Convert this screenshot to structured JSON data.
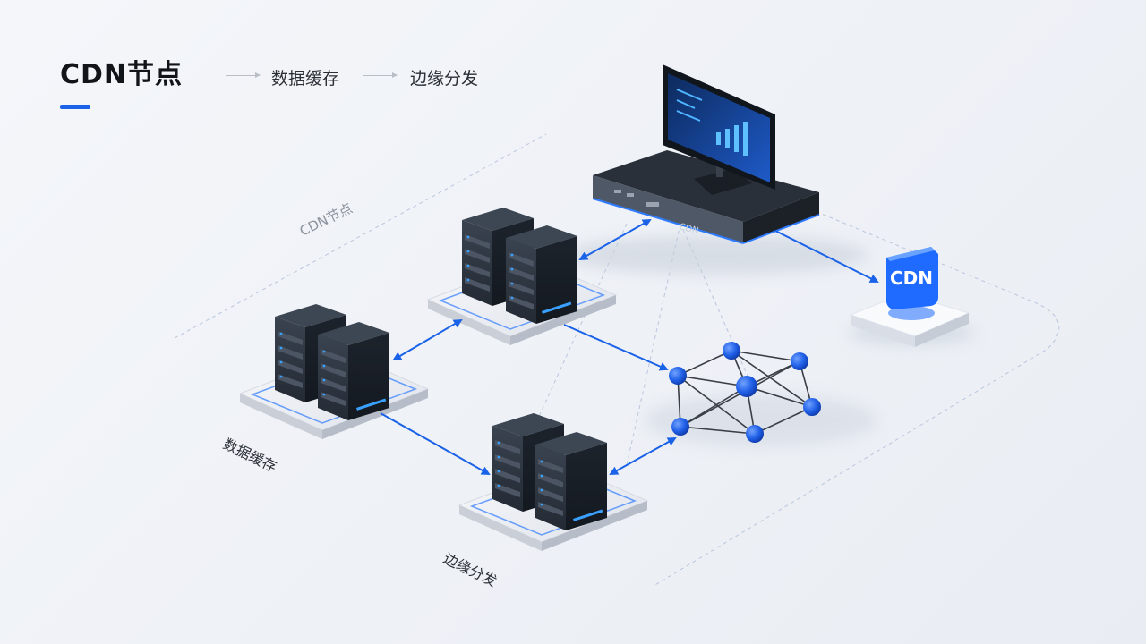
{
  "header": {
    "title": "CDN节点",
    "steps": [
      "数据缓存",
      "边缘分发"
    ]
  },
  "diagram": {
    "labels": {
      "cdn_node": "CDN节点",
      "data_cache": "数据缓存",
      "edge_distribution": "边缘分发"
    },
    "monitor_port_text": "CDN",
    "cdn_badge_text": "CDN"
  },
  "colors": {
    "accent": "#1a62e8",
    "server_dark": "#2c3440",
    "node_blue": "#1f5fe6"
  },
  "icons": [
    "arrow-right-icon",
    "server-rack-icon",
    "monitor-icon",
    "cdn-badge-icon",
    "network-graph-icon"
  ]
}
